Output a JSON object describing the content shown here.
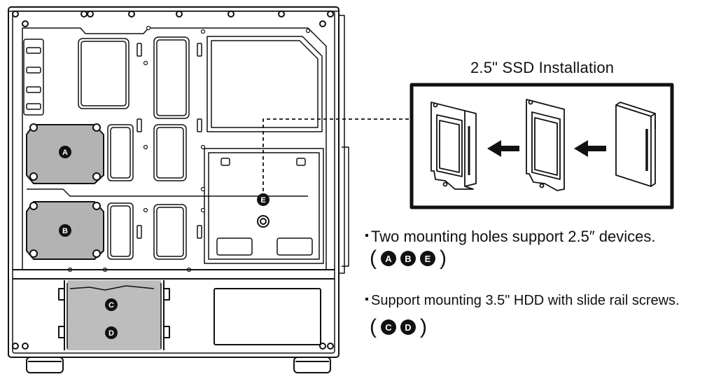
{
  "ssd_panel": {
    "title": "2.5\" SSD Installation"
  },
  "case_labels": {
    "a": "A",
    "b": "B",
    "c": "C",
    "d": "D",
    "e": "E"
  },
  "notes": [
    {
      "text": "Two mounting holes support 2.5″ devices.",
      "badges": [
        "A",
        "B",
        "E"
      ],
      "open": "(",
      "close": ")"
    },
    {
      "text": "Support mounting 3.5\" HDD with slide rail screws.",
      "badges": [
        "C",
        "D"
      ],
      "open": "(",
      "close": ")"
    }
  ],
  "colors": {
    "line": "#111111",
    "mount_plate": "#b3b3b3",
    "hdd_cage": "#bdbdbd"
  }
}
